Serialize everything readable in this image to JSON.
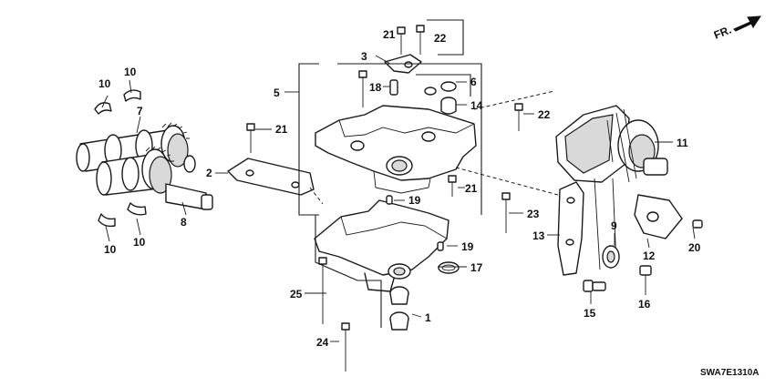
{
  "diagram": {
    "orientation_label": "FR.",
    "diagram_code": "SWA7E1310A",
    "callouts": {
      "c1": "1",
      "c2": "2",
      "c3": "3",
      "c5": "5",
      "c6": "6",
      "c7": "7",
      "c8": "8",
      "c9": "9",
      "c10a": "10",
      "c10b": "10",
      "c10c": "10",
      "c10d": "10",
      "c11": "11",
      "c12": "12",
      "c13": "13",
      "c14": "14",
      "c15": "15",
      "c16": "16",
      "c17": "17",
      "c18": "18",
      "c19a": "19",
      "c19b": "19",
      "c20": "20",
      "c21a": "21",
      "c21b": "21",
      "c21c": "21",
      "c22a": "22",
      "c22b": "22",
      "c23": "23",
      "c24": "24",
      "c25": "25"
    }
  }
}
